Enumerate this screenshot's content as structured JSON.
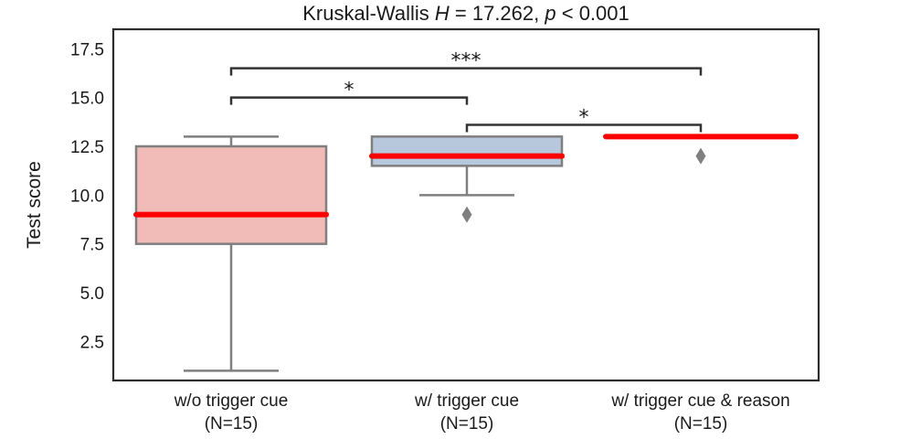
{
  "chart_data": {
    "type": "box",
    "title": "Kruskal-Wallis H = 17.262,  p < 0.001",
    "title_parts": {
      "prefix": "Kruskal-Wallis ",
      "h_symbol": "H",
      "h_value": " = 17.262,  ",
      "p_symbol": "p",
      "p_value": " < 0.001"
    },
    "ylabel": "Test score",
    "xlabel": "",
    "ylim": [
      0.5,
      18.5
    ],
    "yticks": [
      2.5,
      5.0,
      7.5,
      10.0,
      12.5,
      15.0,
      17.5
    ],
    "ytick_labels": [
      "2.5",
      "5.0",
      "7.5",
      "10.0",
      "12.5",
      "15.0",
      "17.5"
    ],
    "grid": false,
    "median_color": "#ff0000",
    "categories": [
      {
        "line1": "w/o trigger cue",
        "line2": "(N=15)"
      },
      {
        "line1": "w/ trigger cue",
        "line2": "(N=15)"
      },
      {
        "line1": "w/ trigger cue & reason",
        "line2": "(N=15)"
      }
    ],
    "boxes": [
      {
        "whislo": 1.0,
        "q1": 7.5,
        "med": 9.0,
        "q3": 12.5,
        "whishi": 13.0,
        "fliers": [],
        "color": "#f1bbb8"
      },
      {
        "whislo": 10.0,
        "q1": 11.5,
        "med": 12.0,
        "q3": 13.0,
        "whishi": 13.0,
        "fliers": [
          9.0
        ],
        "color": "#b7c8dc"
      },
      {
        "whislo": 13.0,
        "q1": 13.0,
        "med": 13.0,
        "q3": 13.0,
        "whishi": 13.0,
        "fliers": [
          12.0
        ],
        "color": "#c8dcb5"
      }
    ],
    "significance": [
      {
        "from": 0,
        "to": 2,
        "y": 16.5,
        "label": "***"
      },
      {
        "from": 0,
        "to": 1,
        "y": 15.0,
        "label": "*"
      },
      {
        "from": 1,
        "to": 2,
        "y": 13.6,
        "label": "*"
      }
    ]
  }
}
